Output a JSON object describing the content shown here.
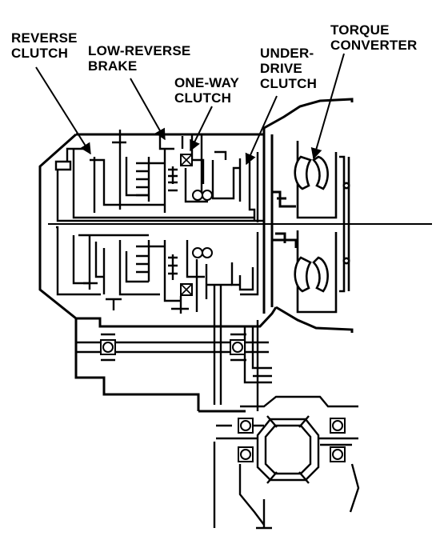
{
  "labels": {
    "reverse_clutch": "REVERSE\nCLUTCH",
    "low_reverse_brake": "LOW-REVERSE\nBRAKE",
    "one_way_clutch": "ONE-WAY\nCLUTCH",
    "underdrive_clutch": "UNDER-\nDRIVE\nCLUTCH",
    "torque_converter": "TORQUE\nCONVERTER"
  },
  "colors": {
    "ink": "#000000",
    "paper": "#ffffff"
  }
}
